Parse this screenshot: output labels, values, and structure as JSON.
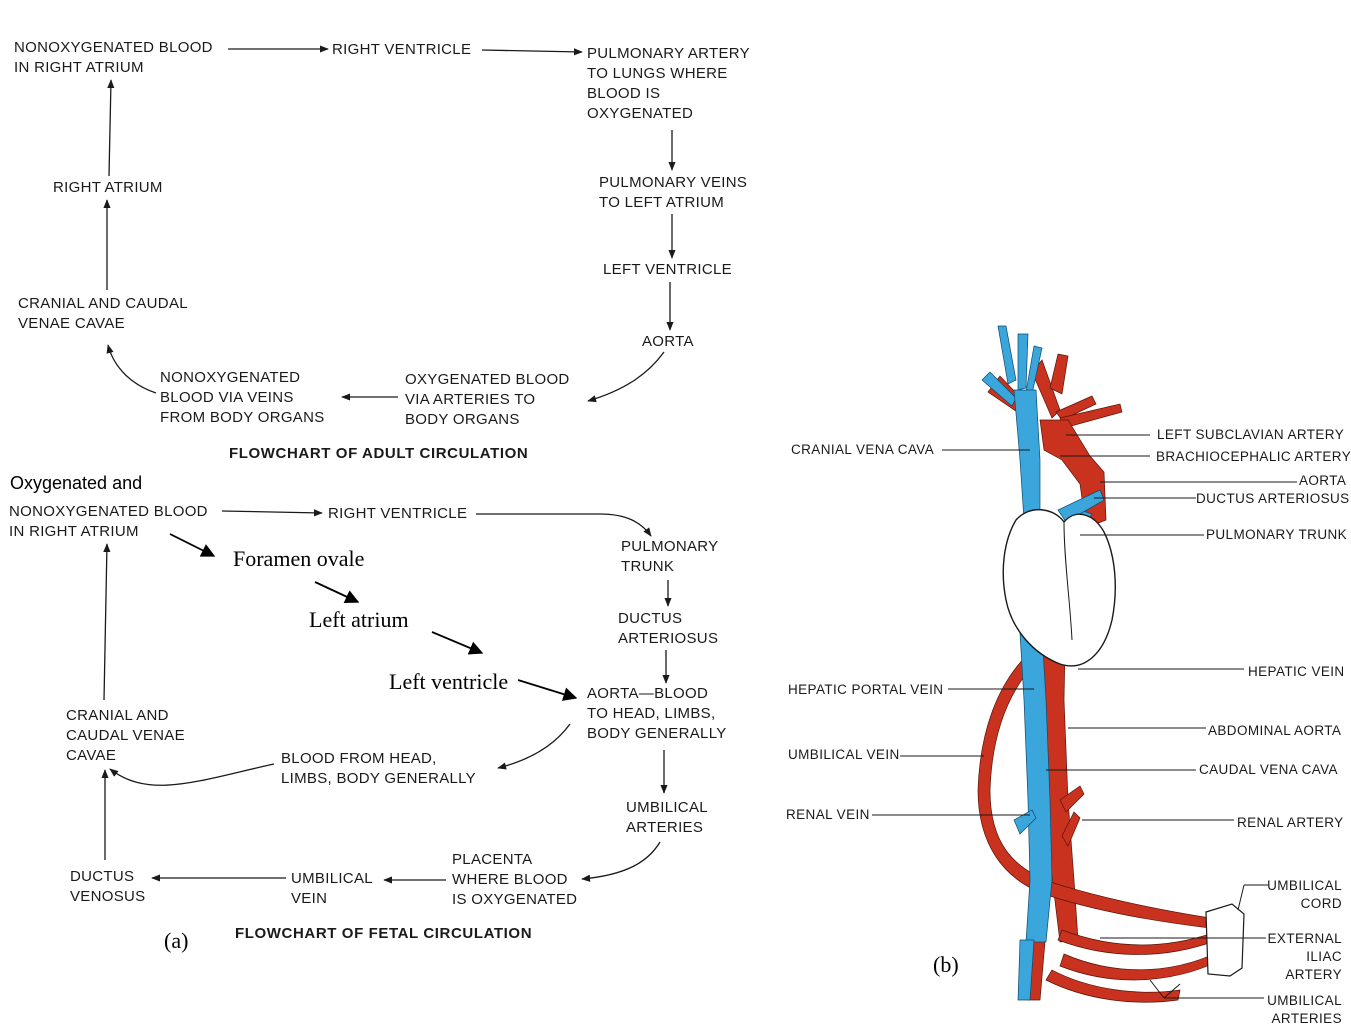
{
  "panel_a": {
    "adult": {
      "nodes": {
        "nonoxy_right_atrium": [
          "NONOXYGENATED BLOOD",
          "IN RIGHT ATRIUM"
        ],
        "right_ventricle": "RIGHT VENTRICLE",
        "pulmonary_artery": [
          "PULMONARY ARTERY",
          "TO LUNGS WHERE",
          "BLOOD IS",
          "OXYGENATED"
        ],
        "pulmonary_veins": [
          "PULMONARY VEINS",
          "TO LEFT ATRIUM"
        ],
        "left_ventricle": "LEFT VENTRICLE",
        "aorta": "AORTA",
        "oxygenated_blood": [
          "OXYGENATED BLOOD",
          "VIA ARTERIES TO",
          "BODY ORGANS"
        ],
        "nonoxy_veins": [
          "NONOXYGENATED",
          "BLOOD VIA VEINS",
          "FROM BODY ORGANS"
        ],
        "venae_cavae": [
          "CRANIAL AND CAUDAL",
          "VENAE CAVAE"
        ],
        "right_atrium": "RIGHT ATRIUM"
      },
      "title": "FLOWCHART OF ADULT CIRCULATION"
    },
    "fetal": {
      "nodes": {
        "oxy_nonoxy_line1": "Oxygenated and",
        "oxy_nonoxy_rest": [
          "NONOXYGENATED BLOOD",
          "IN RIGHT ATRIUM"
        ],
        "right_ventricle": "RIGHT VENTRICLE",
        "pulmonary_trunk": [
          "PULMONARY",
          "TRUNK"
        ],
        "ductus_arteriosus": [
          "DUCTUS",
          "ARTERIOSUS"
        ],
        "aorta_blood": [
          "AORTA—BLOOD",
          "TO HEAD, LIMBS,",
          "BODY GENERALLY"
        ],
        "umbilical_arteries": [
          "UMBILICAL",
          "ARTERIES"
        ],
        "placenta": [
          "PLACENTA",
          "WHERE BLOOD",
          "IS OXYGENATED"
        ],
        "umbilical_vein": [
          "UMBILICAL",
          "VEIN"
        ],
        "ductus_venosus": [
          "DUCTUS",
          "VENOSUS"
        ],
        "venae_cavae": [
          "CRANIAL AND",
          "CAUDAL VENAE",
          "CAVAE"
        ],
        "blood_from_head": [
          "BLOOD FROM HEAD,",
          "LIMBS, BODY GENERALLY"
        ]
      },
      "annotations": {
        "foramen_ovale": "Foramen ovale",
        "left_atrium": "Left atrium",
        "left_ventricle": "Left ventricle"
      },
      "title": "FLOWCHART OF FETAL CIRCULATION"
    },
    "panel_label": "(a)"
  },
  "panel_b": {
    "labels_left": {
      "cranial_vena_cava": "CRANIAL VENA CAVA",
      "hepatic_portal_vein": "HEPATIC PORTAL VEIN",
      "umbilical_vein": "UMBILICAL VEIN",
      "renal_vein": "RENAL VEIN"
    },
    "labels_right": {
      "left_subclavian_artery": "LEFT SUBCLAVIAN ARTERY",
      "brachiocephalic_artery": "BRACHIOCEPHALIC ARTERY",
      "aorta": "AORTA",
      "ductus_arteriosus": "DUCTUS ARTERIOSUS",
      "pulmonary_trunk": "PULMONARY TRUNK",
      "hepatic_vein": "HEPATIC VEIN",
      "abdominal_aorta": "ABDOMINAL AORTA",
      "caudal_vena_cava": "CAUDAL VENA CAVA",
      "renal_artery": "RENAL ARTERY",
      "umbilical_cord": [
        "UMBILICAL",
        "CORD"
      ],
      "external_iliac_artery": [
        "EXTERNAL",
        "ILIAC",
        "ARTERY"
      ],
      "umbilical_arteries": [
        "UMBILICAL",
        "ARTERIES"
      ]
    },
    "panel_label": "(b)",
    "colors": {
      "artery": "#c8321e",
      "vein": "#3aa6dc",
      "heart": "#ffffff"
    }
  }
}
